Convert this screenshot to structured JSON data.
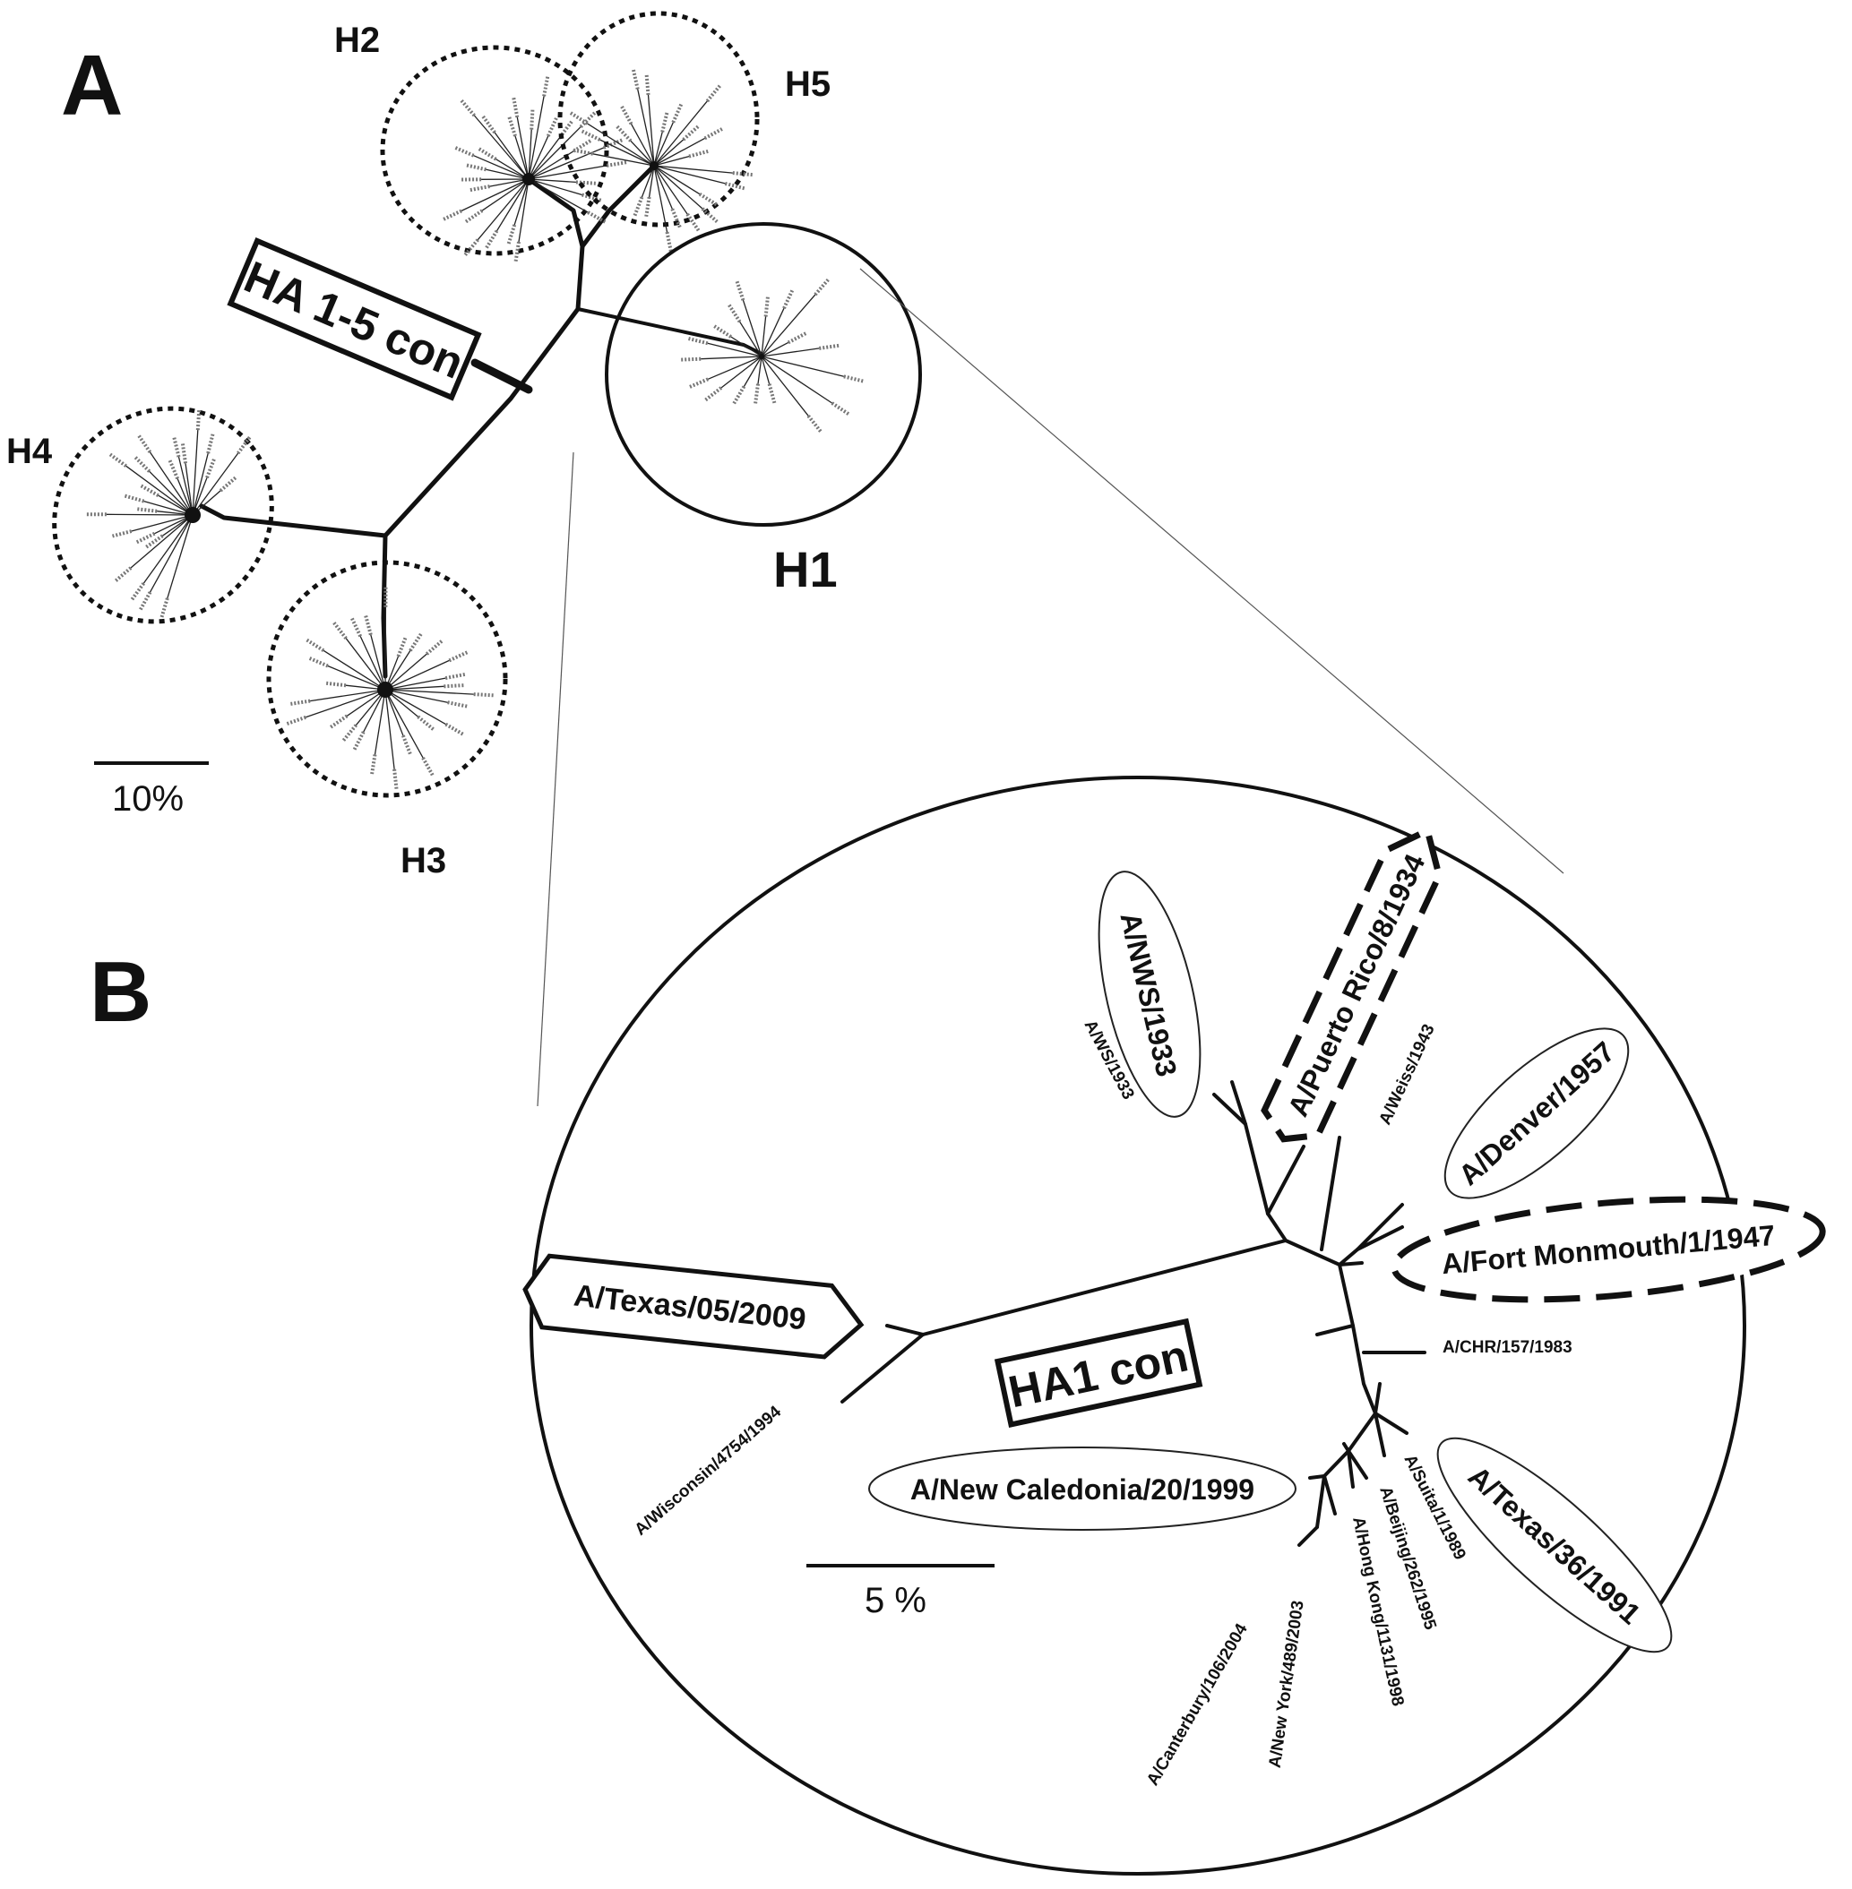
{
  "panels": {
    "a": "A",
    "b": "B"
  },
  "panel_a": {
    "clades": {
      "h1": "H1",
      "h2": "H2",
      "h3": "H3",
      "h4": "H4",
      "h5": "H5"
    },
    "consensus_label": "HA 1-5 con",
    "scale_label": "10%"
  },
  "panel_b": {
    "consensus_label": "HA1 con",
    "scale_label": "5 %",
    "strains": {
      "nws_1933": "A/NWS/1933",
      "ws_1933": "A/WS/1933",
      "puerto_rico": "A/Puerto Rico/8/1934",
      "weiss_1943": "A/Weiss/1943",
      "denver_1957": "A/Denver/1957",
      "fort_monmouth": "A/Fort Monmouth/1/1947",
      "texas_2009": "A/Texas/05/2009",
      "chr_1983": "A/CHR/157/1983",
      "wisconsin_1994": "A/Wisconsin/4754/1994",
      "new_caledonia": "A/New Caledonia/20/1999",
      "texas_1991": "A/Texas/36/1991",
      "suita_1989": "A/Suita/1/1989",
      "beijing_1995": "A/Beijing/262/1995",
      "hong_kong_1998": "A/Hong Kong/1131/1998",
      "new_york_2003": "A/New York/489/2003",
      "canterbury_2004": "A/Canterbury/106/2004"
    }
  }
}
